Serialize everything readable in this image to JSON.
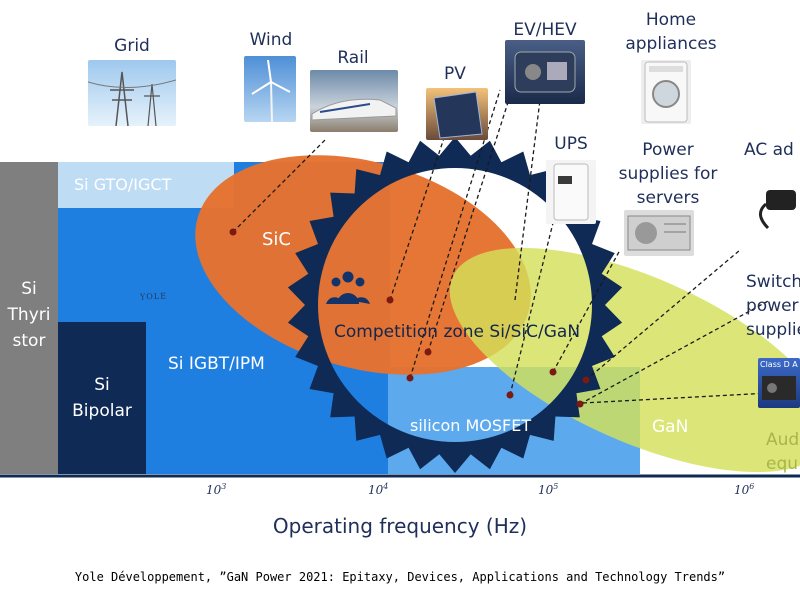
{
  "applications": {
    "grid": "Grid",
    "wind": "Wind",
    "rail": "Rail",
    "pv": "PV",
    "ev_hev": "EV/HEV",
    "home_appliances": [
      "Home",
      "appliances"
    ],
    "ups": "UPS",
    "power_supplies_servers": [
      "Power",
      "supplies for",
      "servers"
    ],
    "ac_adapters": "AC ad",
    "switch_power_supplies": [
      "Switch",
      "power",
      "supplie"
    ],
    "audio": [
      "Aud",
      "equ"
    ]
  },
  "regions": {
    "si_thyristor": [
      "Si",
      "Thyri",
      "stor"
    ],
    "si_bipolar": [
      "Si",
      "Bipolar"
    ],
    "si_gto_igct": "Si GTO/IGCT",
    "si_igbt_ipm": "Si IGBT/IPM",
    "silicon_mosfet": "silicon MOSFET",
    "sic": "SiC",
    "gan": "GaN",
    "competition_zone": "Competition zone Si/SiC/GaN"
  },
  "watermark": "YOLE",
  "thumbnail_tag": "Class D A",
  "axis": {
    "xlabel": "Operating frequency (Hz)",
    "ticks": [
      {
        "base": "10",
        "exp": "3"
      },
      {
        "base": "10",
        "exp": "4"
      },
      {
        "base": "10",
        "exp": "5"
      },
      {
        "base": "10",
        "exp": "6"
      }
    ]
  },
  "caption": "Yole Développement, ”GaN Power 2021: Epitaxy, Devices, Applications and Technology Trends”",
  "colors": {
    "si_thyristor": "#7f7f7f",
    "si_bipolar": "#0e2a55",
    "si_region": "#1f7fe0",
    "si_gto_igct": "#bfdcf5",
    "silicon_mosfet": "#5ca9ee",
    "sic": "#e5722e",
    "gan": "#d4e15a",
    "competition_ring": "#0e2a55",
    "text_dark": "#1f2f5a"
  }
}
